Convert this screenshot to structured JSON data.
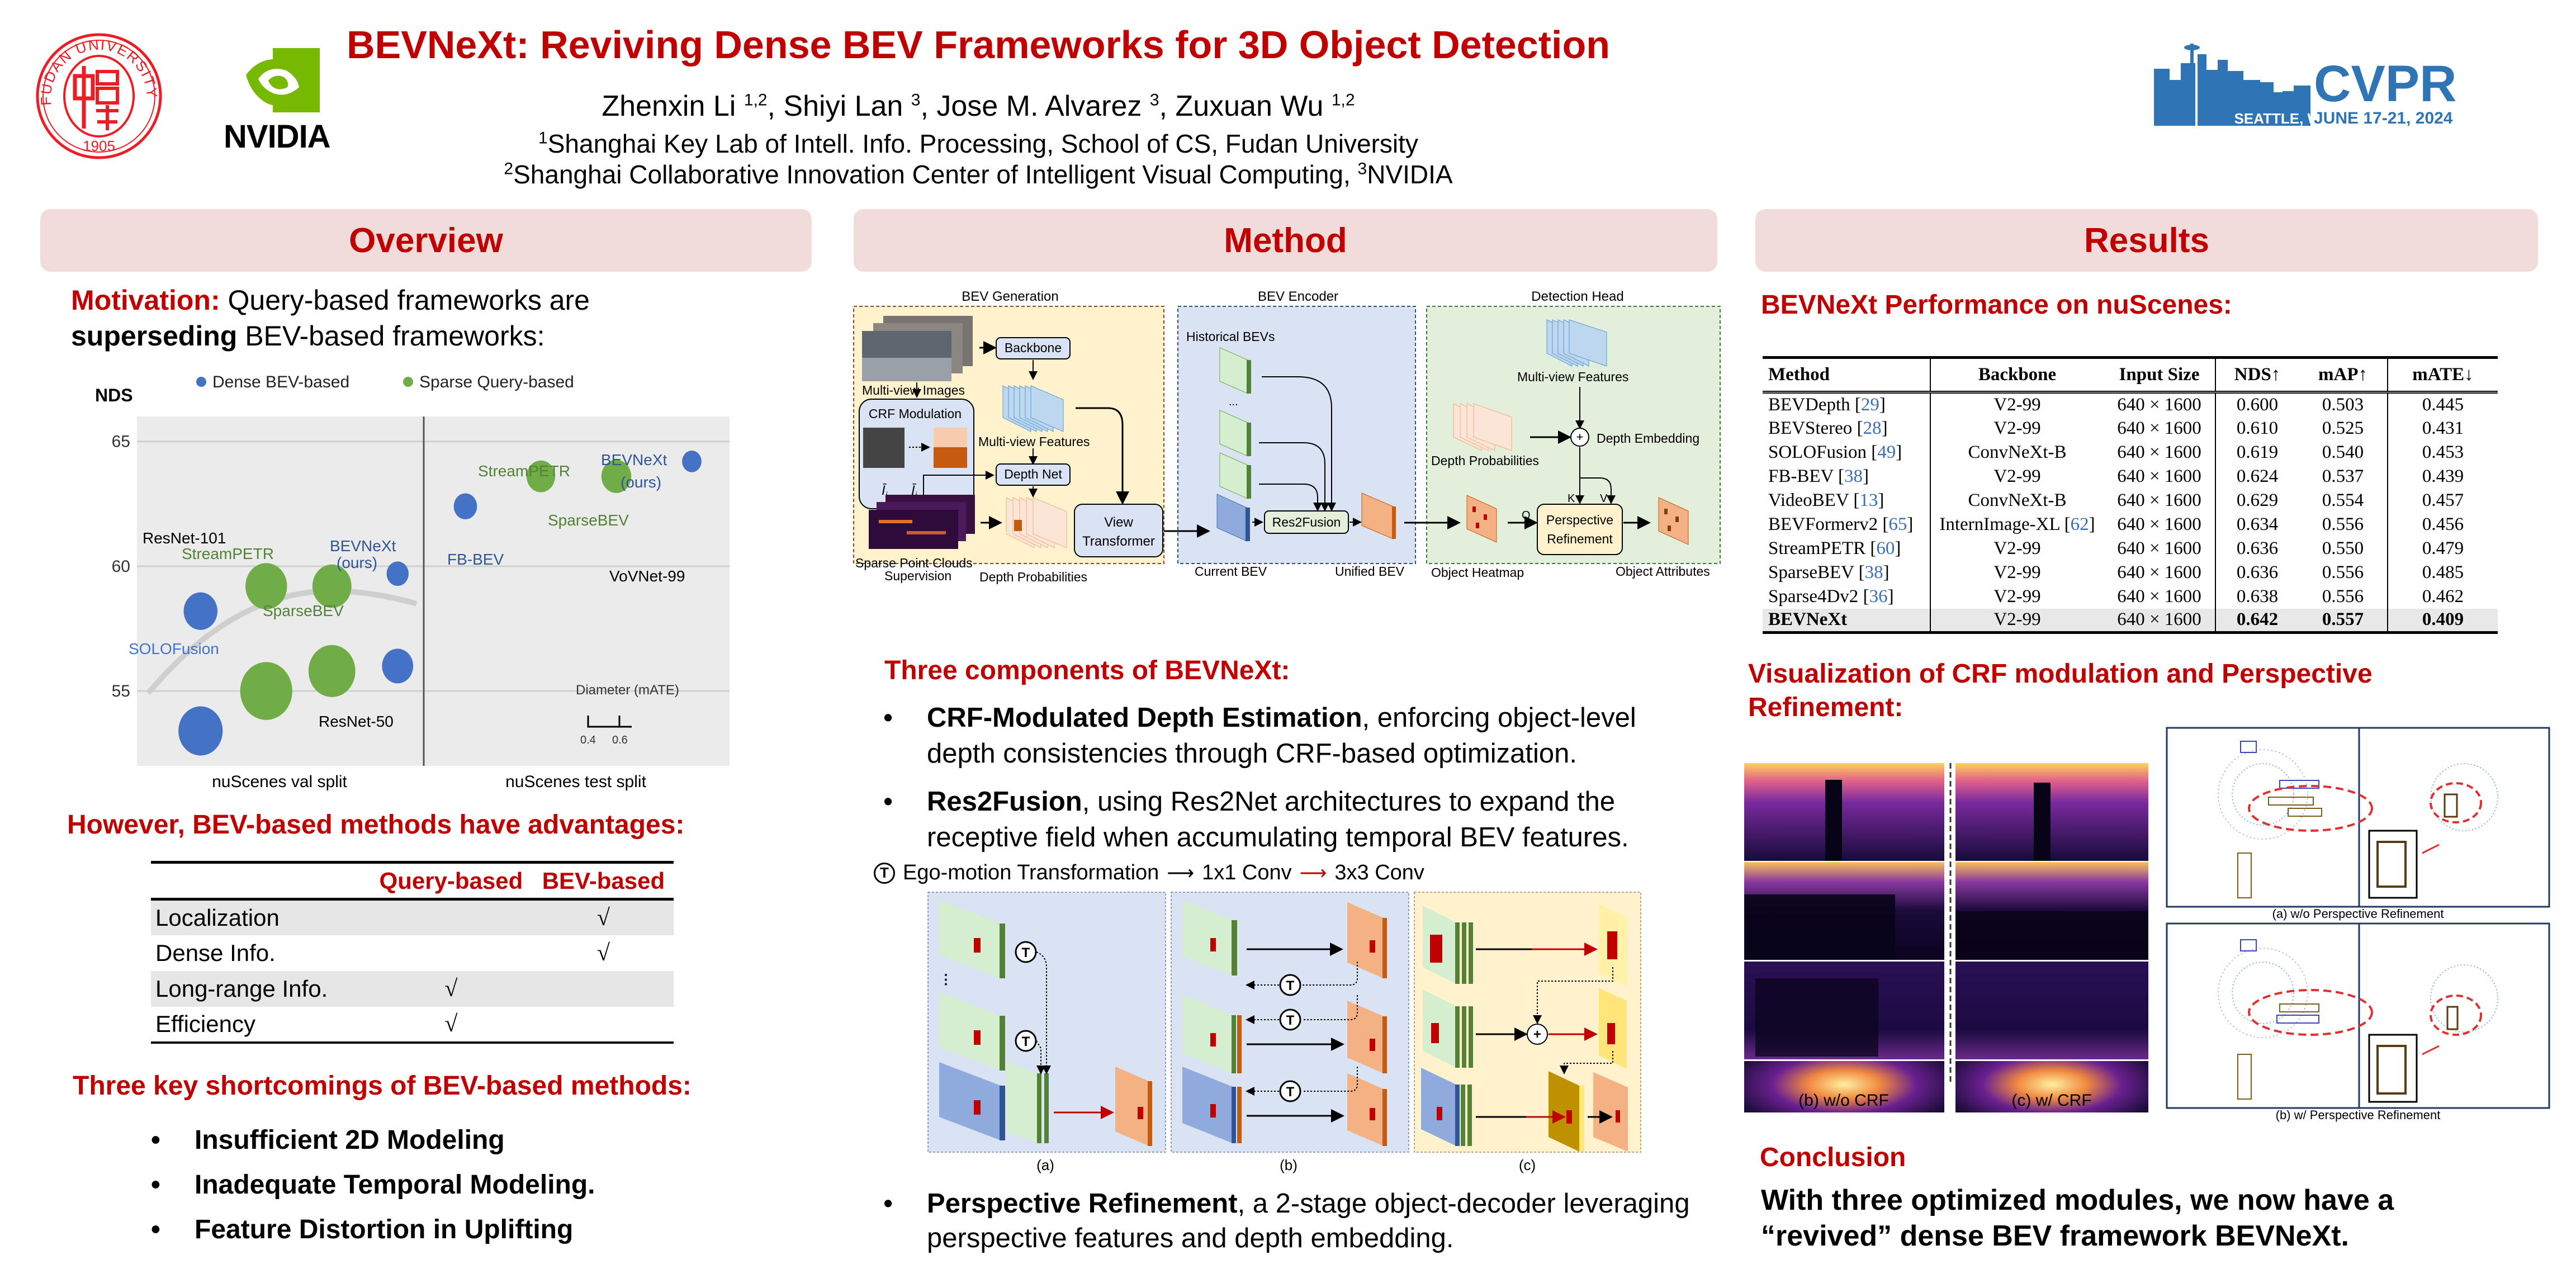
{
  "header": {
    "title": "BEVNeXt: Reviving Dense BEV Frameworks for 3D Object Detection",
    "authors": [
      {
        "name": "Zhenxin Li",
        "aff": "1,2"
      },
      {
        "name": "Shiyi Lan",
        "aff": "3"
      },
      {
        "name": "Jose M. Alvarez",
        "aff": "3"
      },
      {
        "name": "Zuxuan Wu",
        "aff": "1,2"
      }
    ],
    "affiliation1": {
      "num": "1",
      "text": "Shanghai Key Lab of Intell. Info. Processing, School of CS, Fudan University"
    },
    "affiliation2": {
      "num": "2",
      "text": "Shanghai Collaborative Innovation Center of Intelligent Visual Computing, ",
      "num3": "3",
      "text3": "NVIDIA"
    },
    "logos": {
      "fudan": {
        "ring_text": "FUDAN UNIVERSITY",
        "year": "1905",
        "color": "#ee1c25"
      },
      "nvidia": {
        "wordmark": "NVIDIA",
        "color": "#76b900"
      },
      "cvpr": {
        "name": "CVPR",
        "location": "SEATTLE, WA",
        "dates": "JUNE 17-21, 2024",
        "color": "#2f75b5"
      }
    }
  },
  "sections": {
    "overview": "Overview",
    "method": "Method",
    "results": "Results"
  },
  "overview": {
    "motivation_label": "Motivation:",
    "motivation_text1": " Query-based frameworks are",
    "motivation_bold": "superseding",
    "motivation_text2": " BEV-based frameworks:",
    "advantages_heading": "However, BEV-based methods have advantages:",
    "advantages_table": {
      "headers": [
        "",
        "Query-based",
        "BEV-based"
      ],
      "rows": [
        {
          "label": "Localization",
          "query": "",
          "bev": "√"
        },
        {
          "label": "Dense Info.",
          "query": "",
          "bev": "√"
        },
        {
          "label": "Long-range Info.",
          "query": "√",
          "bev": ""
        },
        {
          "label": "Efficiency",
          "query": "√",
          "bev": ""
        }
      ]
    },
    "shortcomings_heading": "Three key shortcomings of BEV-based methods:",
    "shortcomings": [
      "Insufficient 2D Modeling",
      "Inadequate Temporal Modeling.",
      "Feature Distortion in Uplifting"
    ],
    "bullet": "•"
  },
  "chart_data": {
    "type": "scatter",
    "title": "",
    "ylabel": "NDS",
    "ylim": [
      52,
      66
    ],
    "yticks": [
      55,
      60,
      65
    ],
    "grid": true,
    "legend": {
      "placement": "top",
      "entries": [
        {
          "name": "Dense BEV-based",
          "color": "#4472c4"
        },
        {
          "name": "Sparse Query-based",
          "color": "#70ad47"
        }
      ]
    },
    "size_legend": {
      "title": "Diameter (mATE)",
      "ticks": [
        "0.4",
        "0.6"
      ]
    },
    "panels": [
      {
        "xlabel": "nuScenes val split",
        "groups": [
          {
            "label": "ResNet-101"
          },
          {
            "label": "ResNet-50"
          }
        ],
        "points": [
          {
            "name": "SOLOFusion",
            "type": "dense",
            "group": "ResNet-101",
            "x": 1,
            "nds": 58.2,
            "mate": 0.52
          },
          {
            "name": "StreamPETR",
            "type": "sparse",
            "group": "ResNet-101",
            "x": 2,
            "nds": 59.2,
            "mate": 0.58
          },
          {
            "name": "SparseBEV",
            "type": "sparse",
            "group": "ResNet-101",
            "x": 3,
            "nds": 59.2,
            "mate": 0.56
          },
          {
            "name": "BEVNeXt (ours)",
            "type": "dense",
            "group": "ResNet-101",
            "x": 4,
            "nds": 59.7,
            "mate": 0.43
          },
          {
            "name": "SOLOFusion",
            "type": "dense",
            "group": "ResNet-50",
            "x": 1,
            "nds": 53.4,
            "mate": 0.6
          },
          {
            "name": "StreamPETR",
            "type": "sparse",
            "group": "ResNet-50",
            "x": 2,
            "nds": 55.0,
            "mate": 0.66
          },
          {
            "name": "SparseBEV",
            "type": "sparse",
            "group": "ResNet-50",
            "x": 3,
            "nds": 55.8,
            "mate": 0.62
          },
          {
            "name": "BEVNeXt (ours)",
            "type": "dense",
            "group": "ResNet-50",
            "x": 4,
            "nds": 56.0,
            "mate": 0.5
          }
        ]
      },
      {
        "xlabel": "nuScenes test split",
        "groups": [
          {
            "label": "VoVNet-99"
          }
        ],
        "points": [
          {
            "name": "FB-BEV",
            "type": "dense",
            "group": "VoVNet-99",
            "x": 1,
            "nds": 62.4,
            "mate": 0.44
          },
          {
            "name": "StreamPETR",
            "type": "sparse",
            "group": "VoVNet-99",
            "x": 2,
            "nds": 63.6,
            "mate": 0.48
          },
          {
            "name": "SparseBEV",
            "type": "sparse",
            "group": "VoVNet-99",
            "x": 3,
            "nds": 63.6,
            "mate": 0.49
          },
          {
            "name": "BEVNeXt (ours)",
            "type": "dense",
            "group": "VoVNet-99",
            "x": 4,
            "nds": 64.2,
            "mate": 0.41
          }
        ]
      }
    ]
  },
  "method": {
    "diagram": {
      "stages": [
        "BEV Generation",
        "BEV Encoder",
        "Detection Head"
      ],
      "labels": {
        "multiview_images": "Multi-view Images",
        "backbone": "Backbone",
        "crf_modulation": "CRF Modulation",
        "multiview_features": "Multi-view Features",
        "depth_net": "Depth Net",
        "sparse_pc": "Sparse Point Clouds",
        "supervision": "Supervision",
        "depth_probs": "Depth Probabilities",
        "view_transformer_1": "View",
        "view_transformer_2": "Transformer",
        "historical_bevs": "Historical BEVs",
        "ellipsis": "...",
        "current_bev": "Current BEV",
        "res2fusion": "Res2Fusion",
        "unified_bev": "Unified BEV",
        "head_multiview_features": "Multi-view Features",
        "head_depth_probs": "Depth Probabilities",
        "depth_embedding": "Depth Embedding",
        "object_heatmap": "Object Heatmap",
        "perspective_1": "Perspective",
        "perspective_2": "Refinement",
        "object_attributes": "Object Attributes",
        "q": "Q",
        "k": "K",
        "v": "V",
        "ii": "Ī",
        "ii_sub": "i",
        "ij": "Ī",
        "ij_sub": "j"
      }
    },
    "components_heading": "Three components of BEVNeXt:",
    "components": [
      {
        "bold": "CRF-Modulated Depth Estimation",
        "text": ", enforcing object-level depth consistencies through CRF-based optimization."
      },
      {
        "bold": "Res2Fusion",
        "text": ", using Res2Net architectures to expand the receptive field when accumulating temporal BEV features."
      }
    ],
    "res2_legend": {
      "t_symbol": "T",
      "ego": "Ego-motion Transformation",
      "conv1": "1x1 Conv",
      "conv3": "3x3 Conv"
    },
    "res2_panels": [
      "(a)",
      "(b)",
      "(c)"
    ],
    "perspective": {
      "bold": "Perspective Refinement",
      "text": ", a 2-stage object-decoder leveraging perspective features and depth embedding."
    }
  },
  "results": {
    "performance_heading": "BEVNeXt Performance on nuScenes:",
    "table": {
      "headers": [
        "Method",
        "Backbone",
        "Input Size",
        "NDS↑",
        "mAP↑",
        "mATE↓"
      ],
      "rows": [
        {
          "method": "BEVDepth",
          "ref": "29",
          "backbone": "V2-99",
          "bref": "",
          "input": "640 × 1600",
          "nds": "0.600",
          "map": "0.503",
          "mate": "0.445"
        },
        {
          "method": "BEVStereo",
          "ref": "28",
          "backbone": "V2-99",
          "bref": "",
          "input": "640 × 1600",
          "nds": "0.610",
          "map": "0.525",
          "mate": "0.431"
        },
        {
          "method": "SOLOFusion",
          "ref": "49",
          "backbone": "ConvNeXt-B",
          "bref": "",
          "input": "640 × 1600",
          "nds": "0.619",
          "map": "0.540",
          "mate": "0.453"
        },
        {
          "method": "FB-BEV",
          "ref": "38",
          "backbone": "V2-99",
          "bref": "",
          "input": "640 × 1600",
          "nds": "0.624",
          "map": "0.537",
          "mate": "0.439"
        },
        {
          "method": "VideoBEV",
          "ref": "13",
          "backbone": "ConvNeXt-B",
          "bref": "",
          "input": "640 × 1600",
          "nds": "0.629",
          "map": "0.554",
          "mate": "0.457"
        },
        {
          "method": "BEVFormerv2",
          "ref": "65",
          "backbone": "InternImage-XL",
          "bref": "62",
          "input": "640 × 1600",
          "nds": "0.634",
          "map": "0.556",
          "mate": "0.456"
        },
        {
          "method": "StreamPETR",
          "ref": "60",
          "backbone": "V2-99",
          "bref": "",
          "input": "640 × 1600",
          "nds": "0.636",
          "map": "0.550",
          "mate": "0.479"
        },
        {
          "method": "SparseBEV",
          "ref": "38",
          "backbone": "V2-99",
          "bref": "",
          "input": "640 × 1600",
          "nds": "0.636",
          "map": "0.556",
          "mate": "0.485"
        },
        {
          "method": "Sparse4Dv2",
          "ref": "36",
          "backbone": "V2-99",
          "bref": "",
          "input": "640 × 1600",
          "nds": "0.638",
          "map": "0.556",
          "mate": "0.462"
        },
        {
          "method": "BEVNeXt",
          "ref": "",
          "backbone": "V2-99",
          "bref": "",
          "input": "640 × 1600",
          "nds": "0.642",
          "map": "0.557",
          "mate": "0.409",
          "ours": true
        }
      ]
    },
    "visualization_heading": "Visualization of CRF modulation and Perspective Refinement:",
    "crf_captions": [
      "(b) w/o CRF",
      "(c) w/ CRF"
    ],
    "pr_captions": [
      "(a) w/o Perspective Refinement",
      "(b) w/ Perspective Refinement"
    ],
    "conclusion_heading": "Conclusion",
    "conclusion_text": "With three optimized modules, we now have a “revived” dense BEV framework BEVNeXt."
  }
}
